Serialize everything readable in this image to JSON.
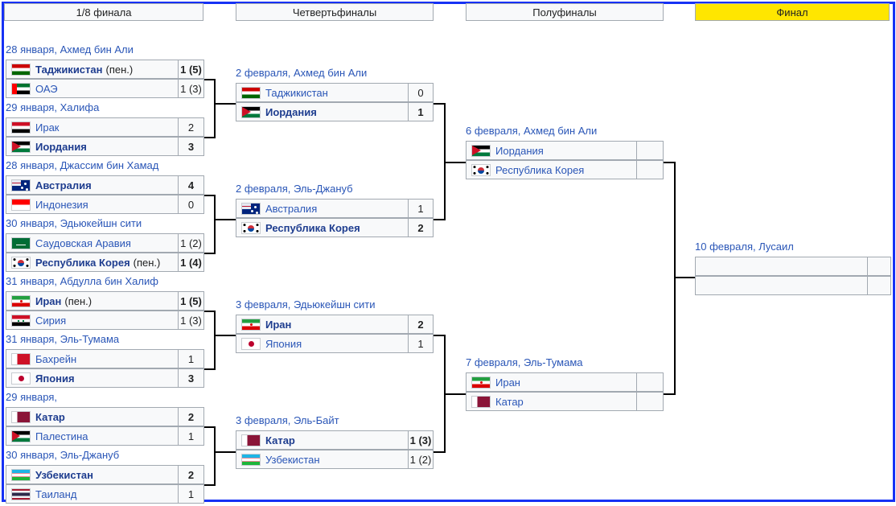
{
  "rounds": [
    "1/8 финала",
    "Четвертьфиналы",
    "Полуфиналы",
    "Финал"
  ],
  "r16": [
    {
      "label": "28 января, Ахмед бин Али",
      "teams": [
        {
          "flag": "tajikistan-flag-icon",
          "name": "Таджикистан",
          "note": "(пен.)",
          "score": "1 (5)",
          "winner": true
        },
        {
          "flag": "uae-flag-icon",
          "name": "ОАЭ",
          "note": "",
          "score": "1 (3)",
          "winner": false
        }
      ]
    },
    {
      "label": "29 января, Халифа",
      "teams": [
        {
          "flag": "iraq-flag-icon",
          "name": "Ирак",
          "note": "",
          "score": "2",
          "winner": false
        },
        {
          "flag": "jordan-flag-icon",
          "name": "Иордания",
          "note": "",
          "score": "3",
          "winner": true
        }
      ]
    },
    {
      "label": "28 января, Джассим бин Хамад",
      "teams": [
        {
          "flag": "australia-flag-icon",
          "name": "Австралия",
          "note": "",
          "score": "4",
          "winner": true
        },
        {
          "flag": "indonesia-flag-icon",
          "name": "Индонезия",
          "note": "",
          "score": "0",
          "winner": false
        }
      ]
    },
    {
      "label": "30 января, Эдьюкейшн сити",
      "teams": [
        {
          "flag": "saudi-arabia-flag-icon",
          "name": "Саудовская Аравия",
          "note": "",
          "score": "1 (2)",
          "winner": false
        },
        {
          "flag": "korea-flag-icon",
          "name": "Республика Корея",
          "note": "(пен.)",
          "score": "1 (4)",
          "winner": true
        }
      ]
    },
    {
      "label": "31 января, Абдулла бин Халиф",
      "teams": [
        {
          "flag": "iran-flag-icon",
          "name": "Иран",
          "note": "(пен.)",
          "score": "1 (5)",
          "winner": true
        },
        {
          "flag": "syria-flag-icon",
          "name": "Сирия",
          "note": "",
          "score": "1 (3)",
          "winner": false
        }
      ]
    },
    {
      "label": "31 января, Эль-Тумама",
      "teams": [
        {
          "flag": "bahrain-flag-icon",
          "name": "Бахрейн",
          "note": "",
          "score": "1",
          "winner": false
        },
        {
          "flag": "japan-flag-icon",
          "name": "Япония",
          "note": "",
          "score": "3",
          "winner": true
        }
      ]
    },
    {
      "label": "29 января,",
      "teams": [
        {
          "flag": "qatar-flag-icon",
          "name": "Катар",
          "note": "",
          "score": "2",
          "winner": true
        },
        {
          "flag": "palestine-flag-icon",
          "name": "Палестина",
          "note": "",
          "score": "1",
          "winner": false
        }
      ]
    },
    {
      "label": "30 января, Эль-Джануб",
      "teams": [
        {
          "flag": "uzbekistan-flag-icon",
          "name": "Узбекистан",
          "note": "",
          "score": "2",
          "winner": true
        },
        {
          "flag": "thailand-flag-icon",
          "name": "Таиланд",
          "note": "",
          "score": "1",
          "winner": false
        }
      ]
    }
  ],
  "qf": [
    {
      "label": "2 февраля, Ахмед бин Али",
      "teams": [
        {
          "flag": "tajikistan-flag-icon",
          "name": "Таджикистан",
          "note": "",
          "score": "0",
          "winner": false
        },
        {
          "flag": "jordan-flag-icon",
          "name": "Иордания",
          "note": "",
          "score": "1",
          "winner": true
        }
      ]
    },
    {
      "label": "2 февраля, Эль-Джануб",
      "teams": [
        {
          "flag": "australia-flag-icon",
          "name": "Австралия",
          "note": "",
          "score": "1",
          "winner": false
        },
        {
          "flag": "korea-flag-icon",
          "name": "Республика Корея",
          "note": "",
          "score": "2",
          "winner": true
        }
      ]
    },
    {
      "label": "3 февраля, Эдьюкейшн сити",
      "teams": [
        {
          "flag": "iran-flag-icon",
          "name": "Иран",
          "note": "",
          "score": "2",
          "winner": true
        },
        {
          "flag": "japan-flag-icon",
          "name": "Япония",
          "note": "",
          "score": "1",
          "winner": false
        }
      ]
    },
    {
      "label": "3 февраля, Эль-Байт",
      "teams": [
        {
          "flag": "qatar-flag-icon",
          "name": "Катар",
          "note": "",
          "score": "1 (3)",
          "winner": true
        },
        {
          "flag": "uzbekistan-flag-icon",
          "name": "Узбекистан",
          "note": "",
          "score": "1 (2)",
          "winner": false
        }
      ]
    }
  ],
  "sf": [
    {
      "label": "6 февраля, Ахмед бин Али",
      "teams": [
        {
          "flag": "jordan-flag-icon",
          "name": "Иордания",
          "note": "",
          "score": "",
          "winner": false
        },
        {
          "flag": "korea-flag-icon",
          "name": "Республика Корея",
          "note": "",
          "score": "",
          "winner": false
        }
      ]
    },
    {
      "label": "7 февраля, Эль-Тумама",
      "teams": [
        {
          "flag": "iran-flag-icon",
          "name": "Иран",
          "note": "",
          "score": "",
          "winner": false
        },
        {
          "flag": "qatar-flag-icon",
          "name": "Катар",
          "note": "",
          "score": "",
          "winner": false
        }
      ]
    }
  ],
  "final": [
    {
      "label": "10 февраля, Лусаил",
      "teams": [
        {
          "flag": "",
          "name": "",
          "note": "",
          "score": "",
          "winner": false
        },
        {
          "flag": "",
          "name": "",
          "note": "",
          "score": "",
          "winner": false
        }
      ]
    }
  ],
  "colors": {
    "frame": "#1631f5",
    "final_header": "#ffe600",
    "link": "#2a56b7",
    "cell_bg": "#f8f9fa",
    "cell_border": "#a2a9b1"
  }
}
